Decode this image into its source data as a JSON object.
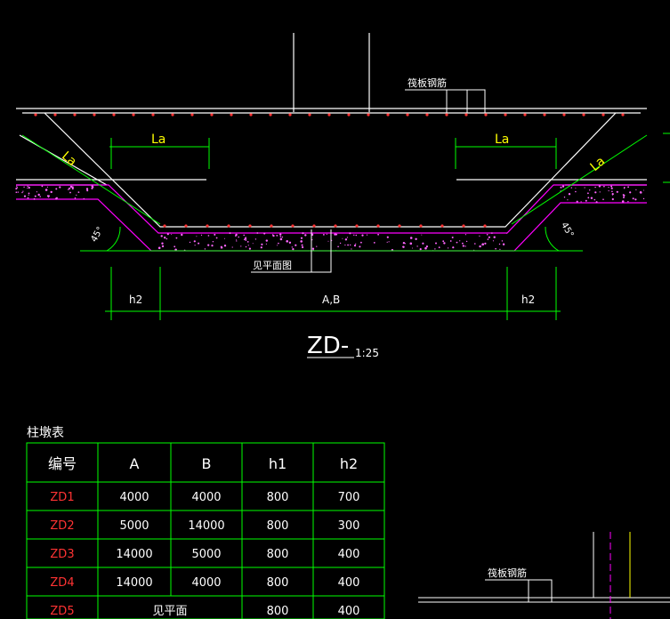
{
  "labels": {
    "raft_rebar_top": "筏板钢筋",
    "raft_rebar_bottom": "筏板钢筋",
    "see_plan_drawing": "见平面图",
    "la_left": "La",
    "la_right": "La",
    "la_slope_left": "La",
    "la_slope_right": "La",
    "angle_left": "45°",
    "angle_right": "45°",
    "dim_h2_left": "h2",
    "dim_ab": "A,B",
    "dim_h2_right": "h2"
  },
  "title": {
    "name": "ZD-",
    "scale": "1:25"
  },
  "table": {
    "caption": "柱墩表",
    "headers": [
      "编号",
      "A",
      "B",
      "h1",
      "h2"
    ],
    "rows": [
      [
        "ZD1",
        "4000",
        "4000",
        "800",
        "700"
      ],
      [
        "ZD2",
        "5000",
        "14000",
        "800",
        "300"
      ],
      [
        "ZD3",
        "14000",
        "5000",
        "800",
        "400"
      ],
      [
        "ZD4",
        "14000",
        "4000",
        "800",
        "400"
      ],
      [
        "ZD5",
        "见平面",
        "",
        "800",
        "400"
      ]
    ]
  },
  "colors": {
    "background": "#000000",
    "lines": "#ffffff",
    "dimension": "#00ff00",
    "text_yellow": "#ffff00",
    "concrete": "#ff00ff",
    "rebar_dots": "#ff3333",
    "table_lines": "#00ff00",
    "id_text": "#ff3333"
  }
}
